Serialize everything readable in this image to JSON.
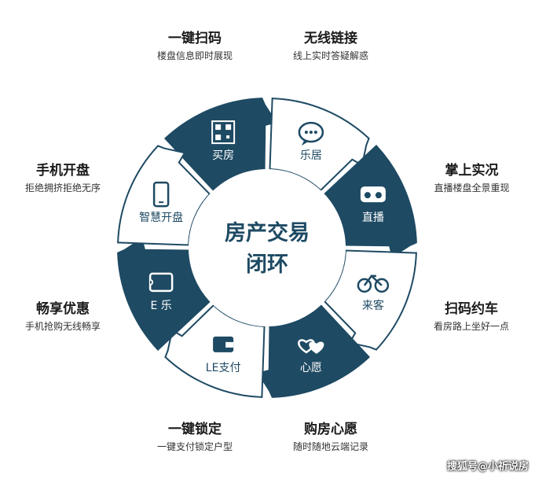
{
  "center": {
    "line1": "房产交易",
    "line2": "闭环"
  },
  "colors": {
    "dark": "#1e4a63",
    "light": "#ffffff",
    "stroke": "#1e4a63",
    "text": "#1a1a1a"
  },
  "segments": [
    {
      "icon": "qr-code-icon",
      "tag": "买房",
      "title": "一键扫码",
      "subtitle": "楼盘信息即时展现"
    },
    {
      "icon": "chat-bubble-icon",
      "tag": "乐居",
      "title": "无线链接",
      "subtitle": "线上实时答疑解惑"
    },
    {
      "icon": "vr-headset-icon",
      "tag": "直播",
      "title": "掌上实况",
      "subtitle": "直播楼盘全景重现"
    },
    {
      "icon": "bicycle-icon",
      "tag": "来客",
      "title": "扫码约车",
      "subtitle": "看房路上坐好一点"
    },
    {
      "icon": "hearts-icon",
      "tag": "心愿",
      "title": "购房心愿",
      "subtitle": "随时随地云端记录"
    },
    {
      "icon": "wallet-icon",
      "tag": "LE支付",
      "title": "一键锁定",
      "subtitle": "一键支付锁定户型"
    },
    {
      "icon": "ticket-icon",
      "tag": "E 乐",
      "title": "畅享优惠",
      "subtitle": "手机抢购无线畅享"
    },
    {
      "icon": "phone-icon",
      "tag": "智慧开盘",
      "title": "手机开盘",
      "subtitle": "拒绝拥挤拒绝无序"
    }
  ],
  "watermark": "搜狐号@小祈说房"
}
